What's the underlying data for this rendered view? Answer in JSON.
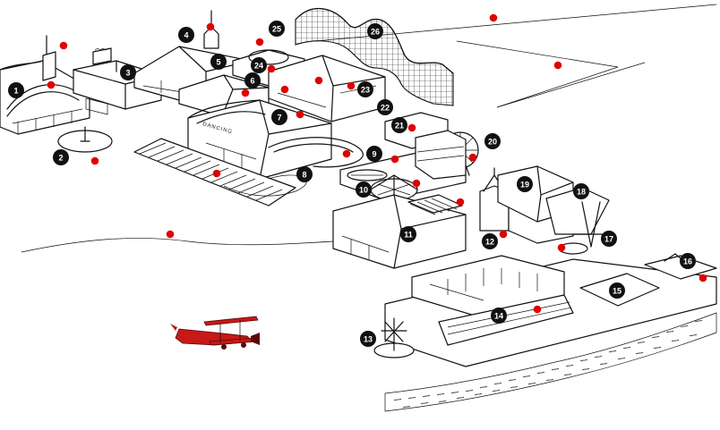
{
  "map": {
    "dancing_sign": "DANCING",
    "markers": [
      {
        "id": "m1",
        "label": "1"
      },
      {
        "id": "m2",
        "label": "2"
      },
      {
        "id": "m3",
        "label": "3"
      },
      {
        "id": "m4",
        "label": "4"
      },
      {
        "id": "m5",
        "label": "5"
      },
      {
        "id": "m6",
        "label": "6"
      },
      {
        "id": "m7",
        "label": "7"
      },
      {
        "id": "m8",
        "label": "8"
      },
      {
        "id": "m9",
        "label": "9"
      },
      {
        "id": "m10",
        "label": "10"
      },
      {
        "id": "m11",
        "label": "11"
      },
      {
        "id": "m12",
        "label": "12"
      },
      {
        "id": "m13",
        "label": "13"
      },
      {
        "id": "m14",
        "label": "14"
      },
      {
        "id": "m15",
        "label": "15"
      },
      {
        "id": "m16",
        "label": "16"
      },
      {
        "id": "m17",
        "label": "17"
      },
      {
        "id": "m18",
        "label": "18"
      },
      {
        "id": "m19",
        "label": "19"
      },
      {
        "id": "m20",
        "label": "20"
      },
      {
        "id": "m21",
        "label": "21"
      },
      {
        "id": "m22",
        "label": "22"
      },
      {
        "id": "m23",
        "label": "23"
      },
      {
        "id": "m24",
        "label": "24"
      },
      {
        "id": "m25",
        "label": "25"
      },
      {
        "id": "m26",
        "label": "26"
      }
    ],
    "hotspot_count": 26,
    "colors": {
      "ink": "#111111",
      "badge": "#111111",
      "hotspot": "#e00000",
      "airplane": "#c81818",
      "background": "#ffffff"
    },
    "icons": [
      "airplane-icon",
      "ferris-wheel-icon",
      "carousel-icon",
      "roller-coaster-icon"
    ]
  }
}
